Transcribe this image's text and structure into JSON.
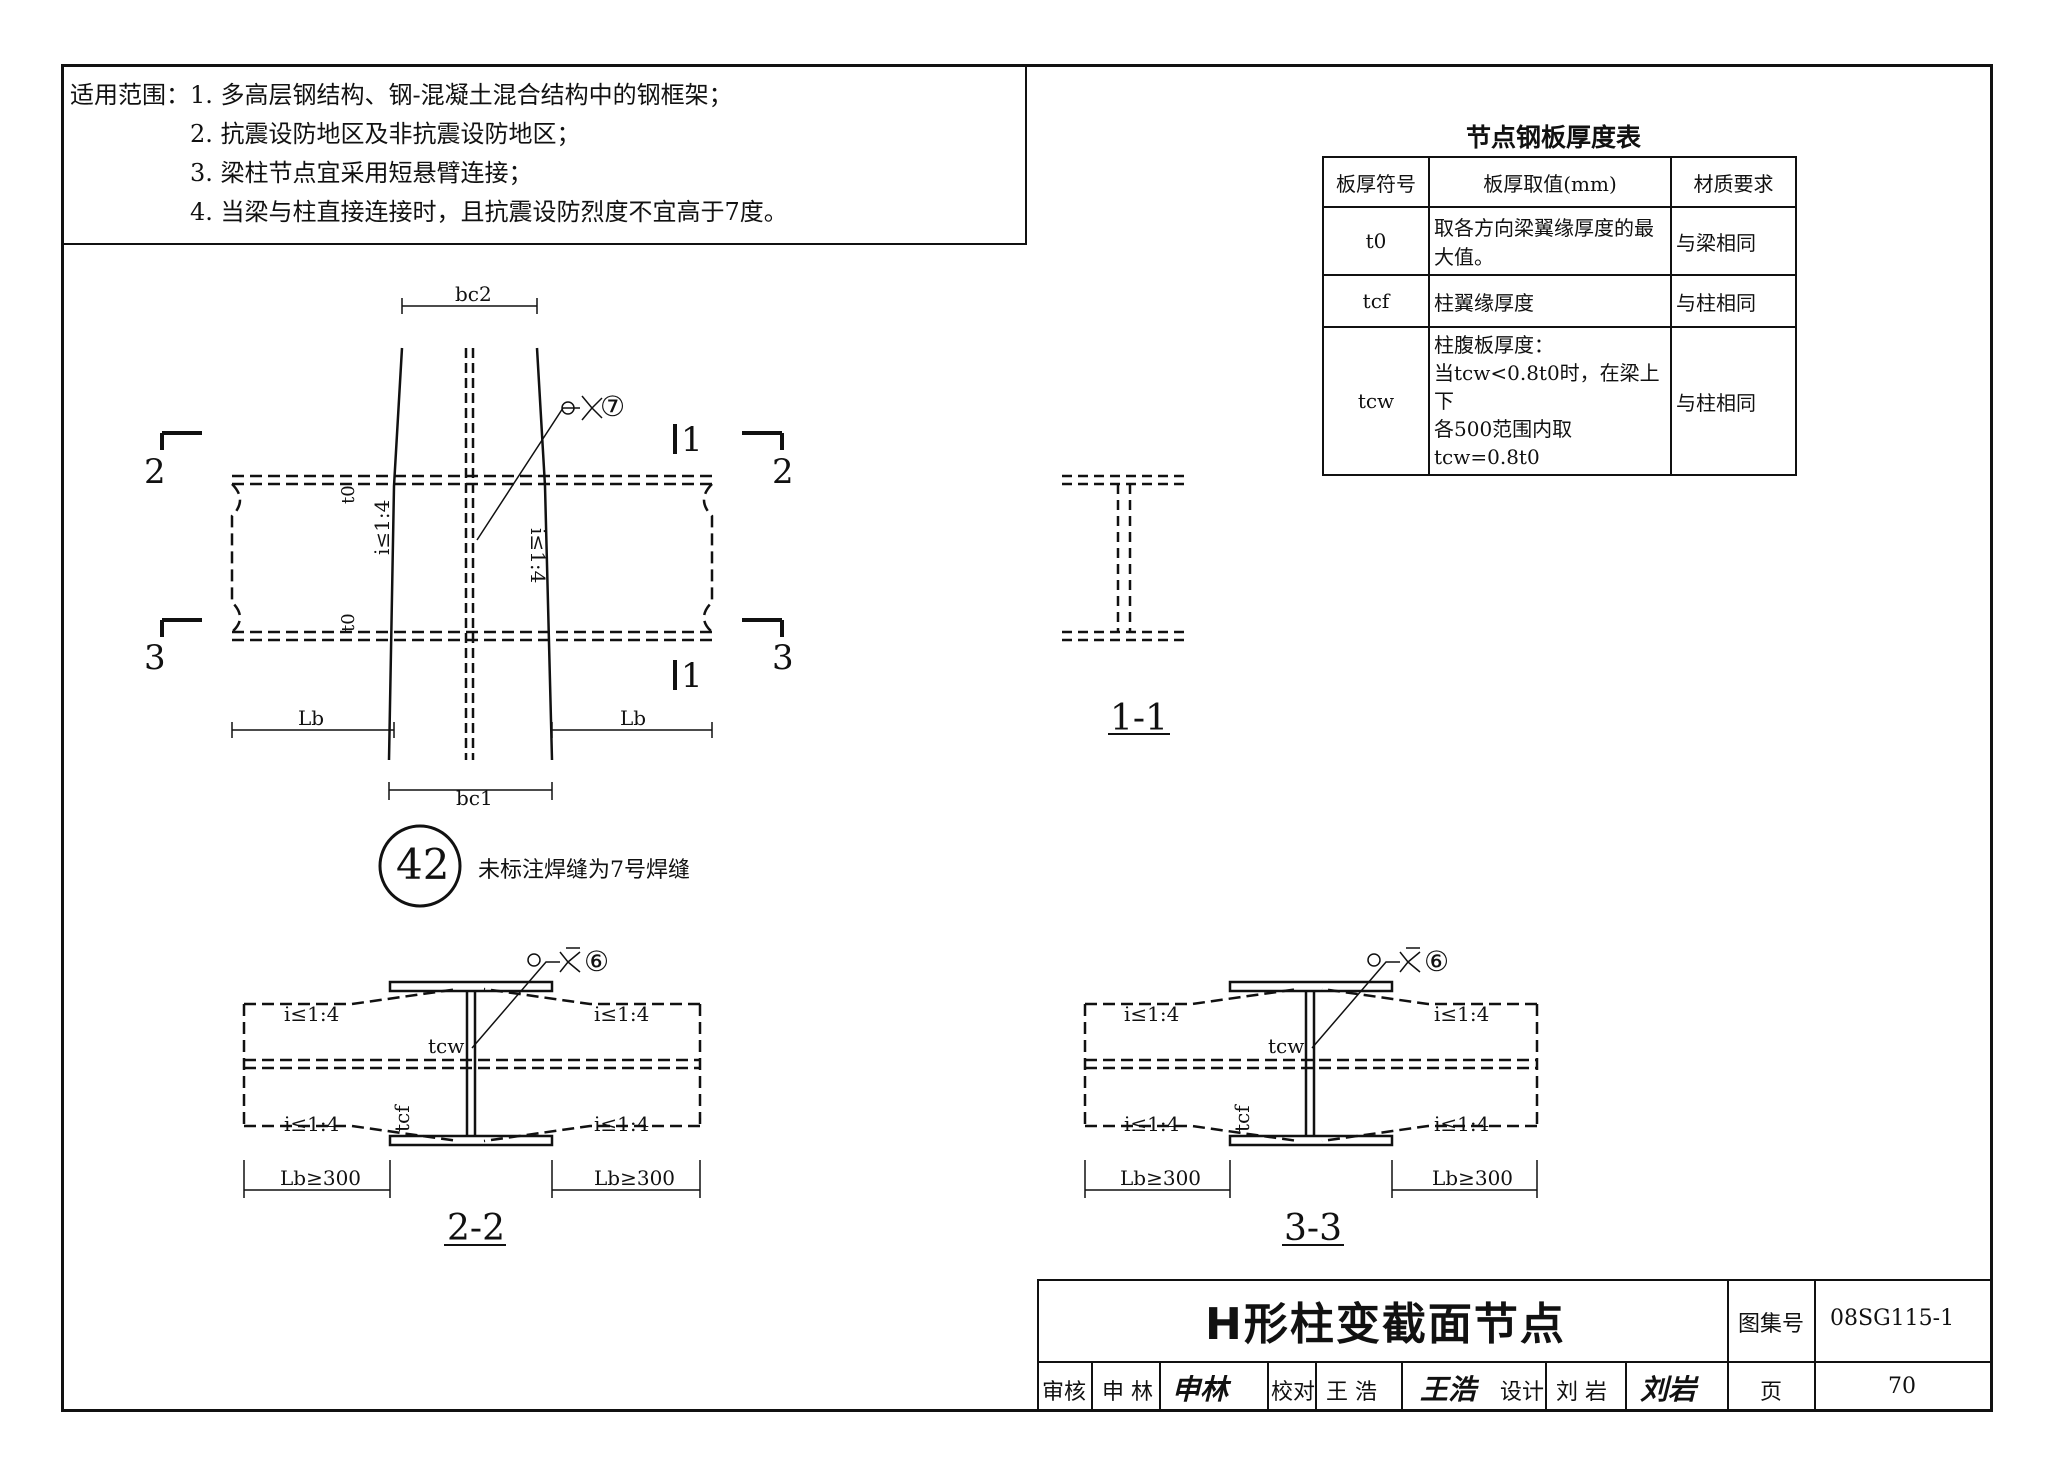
{
  "scope": {
    "label": "适用范围：",
    "items": [
      "1. 多高层钢结构、钢-混凝土混合结构中的钢框架；",
      "2. 抗震设防地区及非抗震设防地区；",
      "3. 梁柱节点宜采用短悬臂连接；",
      "4. 当梁与柱直接连接时，且抗震设防烈度不宜高于7度。"
    ]
  },
  "table": {
    "title": "节点钢板厚度表",
    "headers": [
      "板厚符号",
      "板厚取值(mm)",
      "材质要求"
    ],
    "rows": [
      {
        "symbol": "t0",
        "value": "取各方向梁翼缘厚度的最大值。",
        "material": "与梁相同"
      },
      {
        "symbol": "tcf",
        "value": "柱翼缘厚度",
        "material": "与柱相同"
      },
      {
        "symbol": "tcw",
        "value_lines": [
          "柱腹板厚度：",
          "当tcw<0.8t0时，在梁上下",
          "各500范围内取tcw=0.8t0"
        ],
        "material": "与柱相同"
      }
    ]
  },
  "elevation": {
    "bc2": "bc2",
    "bc1": "bc1",
    "lb_left": "Lb",
    "lb_right": "Lb",
    "slope_left": "i≤1:4",
    "slope_right": "i≤1:4",
    "t0_top": "t0",
    "t0_bottom": "t0",
    "weld_mark": "⑦",
    "sec2_left": "2",
    "sec2_right": "2",
    "sec3_left": "3",
    "sec3_right": "3",
    "sec1_top": "1",
    "sec1_bottom": "1",
    "node_number": "42",
    "note": "未标注焊缝为7号焊缝"
  },
  "section_1_1": {
    "title": "1-1"
  },
  "section_2_2": {
    "title": "2-2",
    "weld_mark": "⑥",
    "slope": "i≤1:4",
    "tcw": "tcw",
    "tcf": "tcf",
    "lb": "Lb≥300"
  },
  "section_3_3": {
    "title": "3-3",
    "weld_mark": "⑥",
    "slope": "i≤1:4",
    "tcw": "tcw",
    "tcf": "tcf",
    "lb": "Lb≥300"
  },
  "title_block": {
    "title": "H形柱变截面节点",
    "atlas_label": "图集号",
    "atlas_no": "08SG115-1",
    "page_label": "页",
    "page_no": "70",
    "review_label": "审核",
    "reviewer": "申 林",
    "reviewer_sig": "申林",
    "check_label": "校对",
    "checker": "王 浩",
    "checker_sig": "王浩",
    "design_label": "设计",
    "designer": "刘 岩",
    "designer_sig": "刘岩"
  }
}
